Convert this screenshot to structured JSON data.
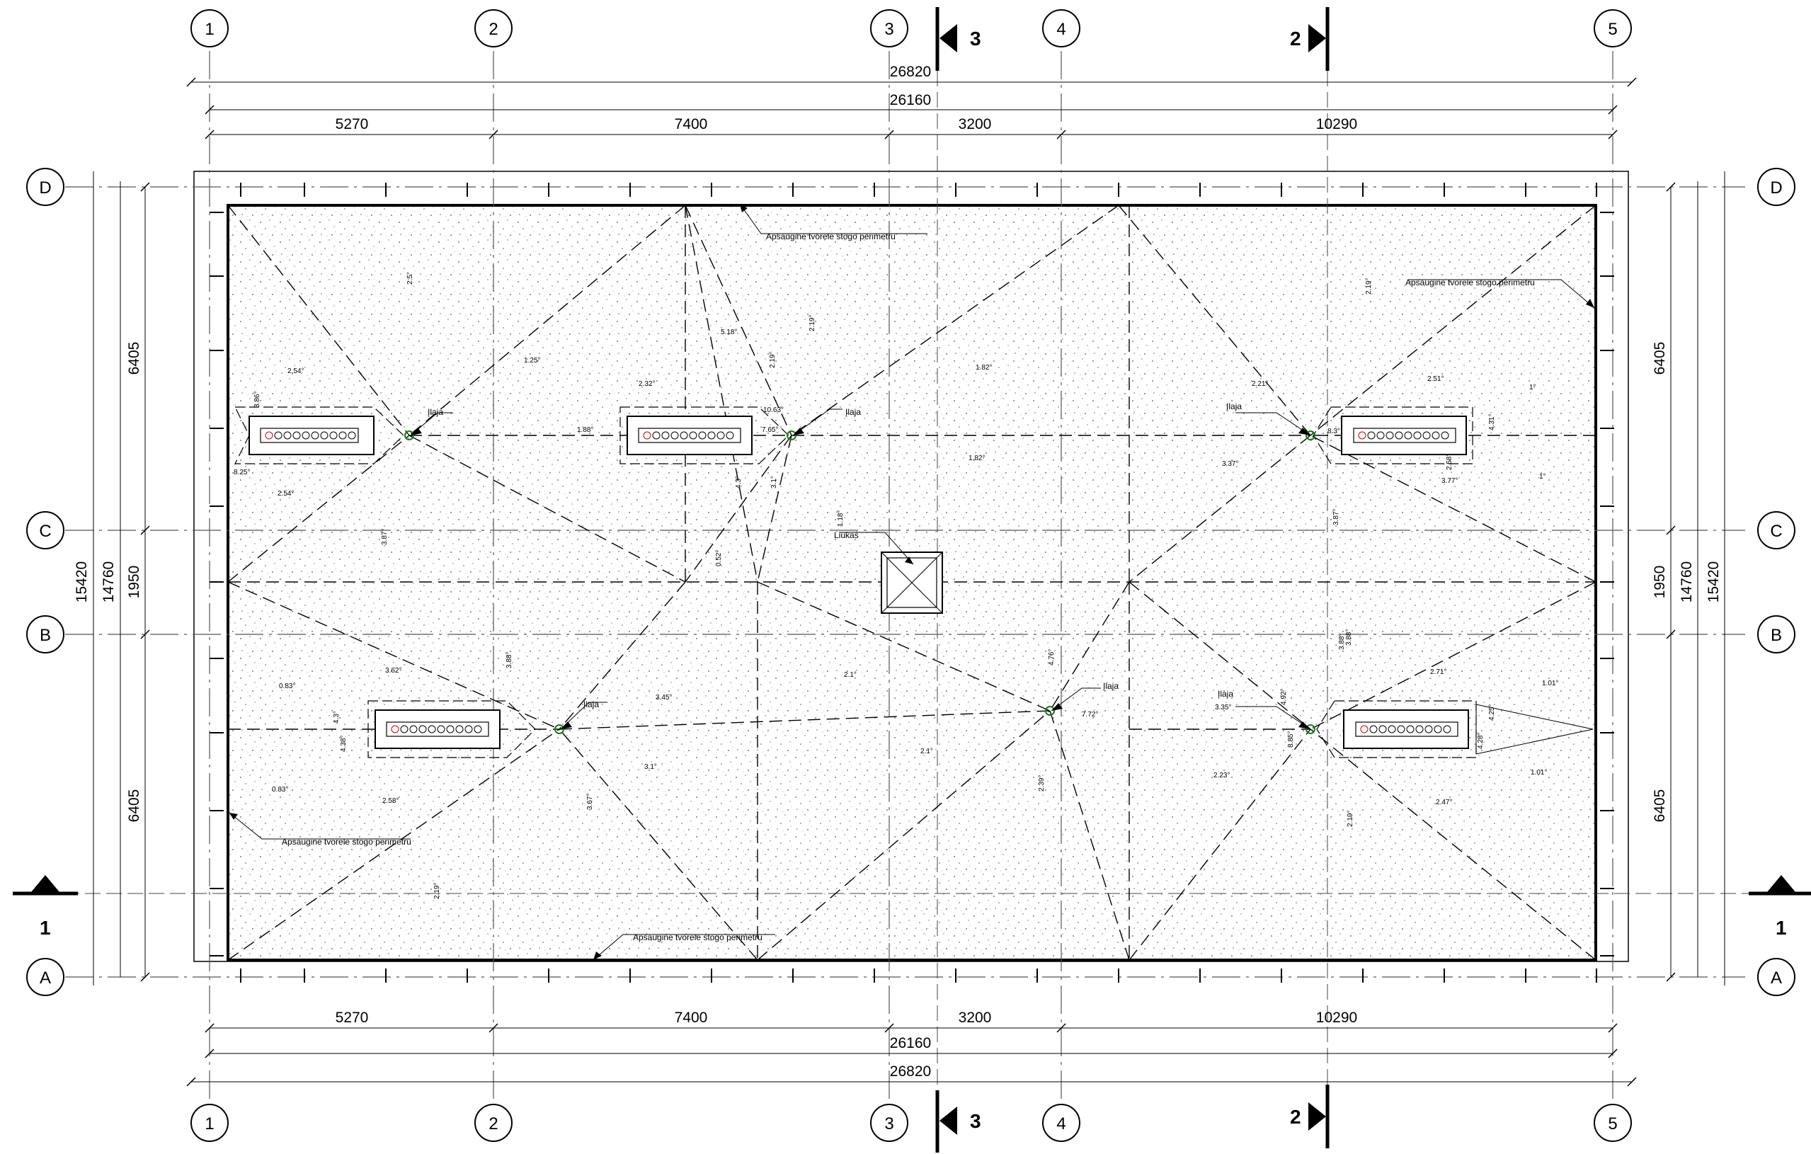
{
  "grid": {
    "columns": [
      "1",
      "2",
      "3",
      "4",
      "5"
    ],
    "rows": [
      "A",
      "B",
      "C",
      "D"
    ]
  },
  "dimensions": {
    "horizontal_segments": [
      "5270",
      "7400",
      "3200",
      "10290"
    ],
    "horizontal_total_inner": "26160",
    "horizontal_total_outer": "26820",
    "vertical_segments": [
      "6405",
      "1950",
      "6405"
    ],
    "vertical_total_inner": "14760",
    "vertical_total_outer": "15420"
  },
  "section_markers": {
    "vertical_section_a": "3",
    "vertical_section_b": "2",
    "horizontal_section": "1"
  },
  "annotations": {
    "parapet_guard": "Apsauginė tvorelė stogo perimetru",
    "drain": "Įlaja",
    "hatch": "Liukas"
  },
  "slopes": [
    "2.5°",
    "2.54°",
    "3.86°",
    "8.25°",
    "2.54°",
    "3.87°",
    "1.25°",
    "2.32°",
    "1.88°",
    "5.18°",
    "2.19°",
    "10.63°",
    "7.65°",
    "2.19°",
    "1.82°",
    "1.82°",
    "1.18°",
    "0.52°",
    "4.3°",
    "3.1°",
    "2.21°",
    "8.3°",
    "3.37°",
    "2.19°",
    "2.51°",
    "1°",
    "4.31°",
    "2.58°",
    "3.77°",
    "1°",
    "3.87°",
    "3.88°",
    "0.83°",
    "3.62°",
    "3.88°",
    "4.3°",
    "4.38°",
    "3.45°",
    "2.1°",
    "4.76°",
    "7.72°",
    "3.1°",
    "2.1°",
    "2.39°",
    "0.83°",
    "2.58°",
    "3.67°",
    "2.19°",
    "3.88°",
    "2.71°",
    "1.01°",
    "3.35°",
    "4.92°",
    "8.85°",
    "4.25°",
    "4.28°",
    "1.01°",
    "2.23°",
    "2.47°",
    "2.19°"
  ]
}
